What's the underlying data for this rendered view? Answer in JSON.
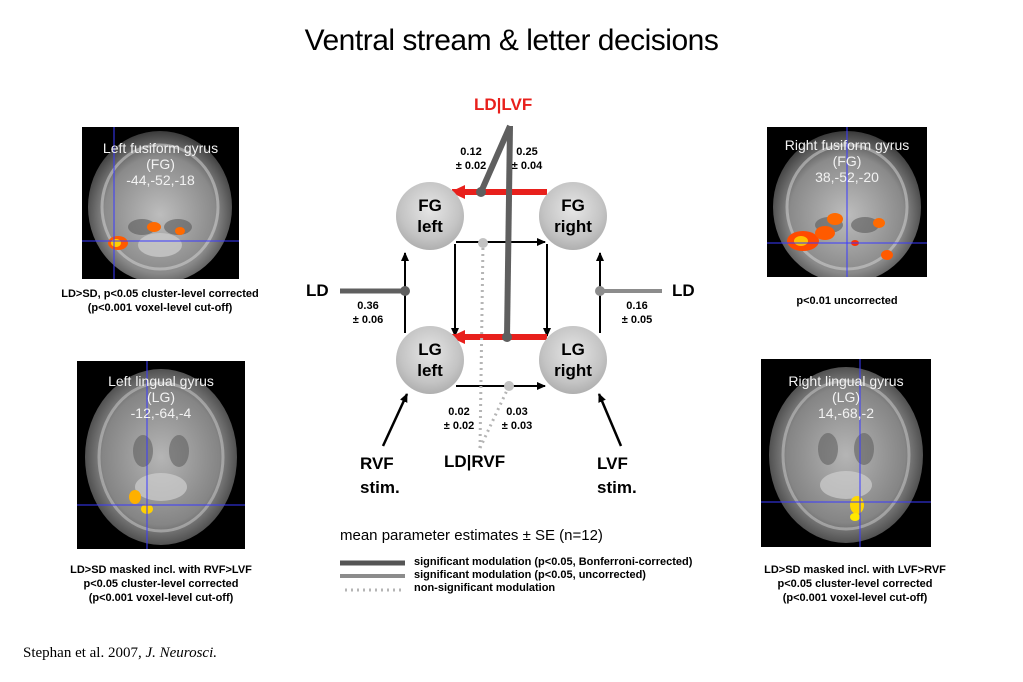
{
  "title": "Ventral stream & letter decisions",
  "brains": {
    "left_fg": {
      "name": "Left fusiform gyrus",
      "abbr": "(FG)",
      "coords": "-44,-52,-18"
    },
    "right_fg": {
      "name": "Right fusiform gyrus",
      "abbr": "(FG)",
      "coords": "38,-52,-20"
    },
    "left_lg": {
      "name": "Left lingual gyrus",
      "abbr": "(LG)",
      "coords": "-12,-64,-4"
    },
    "right_lg": {
      "name": "Right lingual gyrus",
      "abbr": "(LG)",
      "coords": "14,-68,-2"
    }
  },
  "captions": {
    "left_fg": [
      "LD>SD, p<0.05 cluster-level corrected",
      "(p<0.001 voxel-level cut-off)"
    ],
    "right_fg": [
      "p<0.01 uncorrected"
    ],
    "left_lg": [
      "LD>SD masked incl. with RVF>LVF",
      "p<0.05 cluster-level corrected",
      "(p<0.001 voxel-level cut-off)"
    ],
    "right_lg": [
      "LD>SD masked incl. with LVF>RVF",
      "p<0.05 cluster-level corrected",
      "(p<0.001 voxel-level cut-off)"
    ]
  },
  "nodes": {
    "fg_left": [
      "FG",
      "left"
    ],
    "fg_right": [
      "FG",
      "right"
    ],
    "lg_left": [
      "LG",
      "left"
    ],
    "lg_right": [
      "LG",
      "right"
    ]
  },
  "labels": {
    "ld_lvf": "LD|LVF",
    "ld_rvf": "LD|RVF",
    "ld_left": "LD",
    "ld_right": "LD",
    "rvf_stim": [
      "RVF",
      "stim."
    ],
    "lvf_stim": [
      "LVF",
      "stim."
    ]
  },
  "estimates": {
    "lvf_fg": [
      "0.12",
      "± 0.02"
    ],
    "lvf_lg": [
      "0.25",
      "± 0.04"
    ],
    "ld_left": [
      "0.36",
      "± 0.06"
    ],
    "ld_right": [
      "0.16",
      "± 0.05"
    ],
    "rvf_lg": [
      "0.02",
      "± 0.02"
    ],
    "rvf_fg": [
      "0.03",
      "± 0.03"
    ]
  },
  "legend": {
    "heading": "mean parameter estimates ± SE (n=12)",
    "items": [
      {
        "label": "significant modulation (p<0.05, Bonferroni-corrected)",
        "color": "#555555",
        "style": "thick"
      },
      {
        "label": "significant modulation (p<0.05, uncorrected)",
        "color": "#8c8c8c",
        "style": "medium"
      },
      {
        "label": "non-significant modulation",
        "color": "#b5b5b5",
        "style": "dotted"
      }
    ]
  },
  "citation": {
    "text": "Stephan et al. 2007, ",
    "journal": "J. Neurosci."
  },
  "colors": {
    "accent": "#e8201c",
    "node": "#c4c4c4",
    "crosshair": "#3a3aff"
  }
}
